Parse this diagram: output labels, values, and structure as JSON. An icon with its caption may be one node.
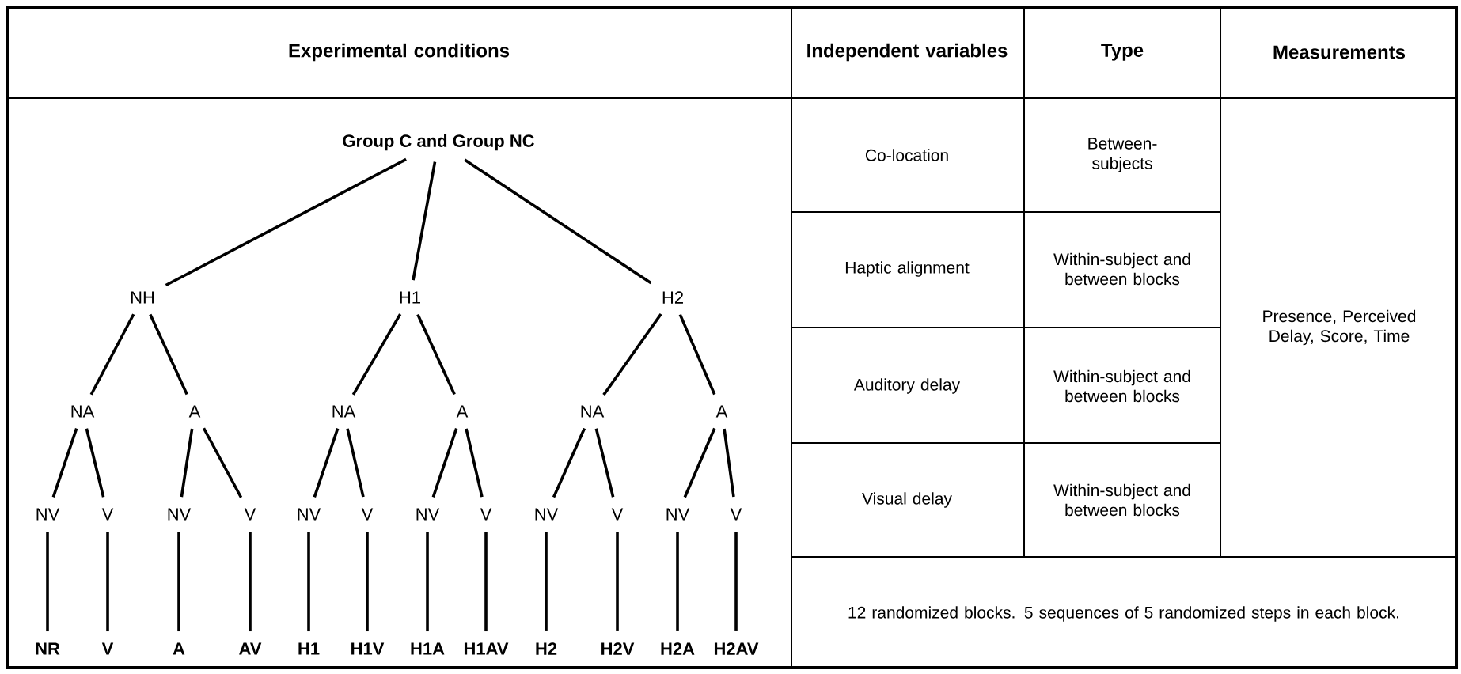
{
  "diagram": {
    "nodes": [
      {
        "text": [
          "Group C and Group NC"
        ]
      },
      {
        "text": [
          "NH"
        ]
      },
      {
        "text": [
          "H1"
        ]
      },
      {
        "text": [
          "H2"
        ]
      },
      {
        "text": [
          "NA"
        ]
      },
      {
        "text": [
          "A"
        ]
      },
      {
        "text": [
          "NA"
        ]
      },
      {
        "text": [
          "A"
        ]
      },
      {
        "text": [
          "NA"
        ]
      },
      {
        "text": [
          "A"
        ]
      },
      {
        "text": [
          "NV"
        ]
      },
      {
        "text": [
          "V"
        ]
      },
      {
        "text": [
          "NV"
        ]
      },
      {
        "text": [
          "V"
        ]
      },
      {
        "text": [
          "NV"
        ]
      },
      {
        "text": [
          "V"
        ]
      },
      {
        "text": [
          "NV"
        ]
      },
      {
        "text": [
          "V"
        ]
      },
      {
        "text": [
          "NV"
        ]
      },
      {
        "text": [
          "V"
        ]
      },
      {
        "text": [
          "NV"
        ]
      },
      {
        "text": [
          "V"
        ]
      },
      {
        "text": [
          "NR"
        ]
      },
      {
        "text": [
          "V"
        ]
      },
      {
        "text": [
          "A"
        ]
      },
      {
        "text": [
          "AV"
        ]
      },
      {
        "text": [
          "H1"
        ]
      },
      {
        "text": [
          "H1V"
        ]
      },
      {
        "text": [
          "H1A"
        ]
      },
      {
        "text": [
          "H1AV"
        ]
      },
      {
        "text": [
          "H2"
        ]
      },
      {
        "text": [
          "H2V"
        ]
      },
      {
        "text": [
          "H2A"
        ]
      },
      {
        "text": [
          "H2AV"
        ]
      }
    ],
    "edges": [
      {
        "from": 0,
        "to": 1,
        "arrow": "none"
      },
      {
        "from": 0,
        "to": 2,
        "arrow": "none"
      },
      {
        "from": 0,
        "to": 3,
        "arrow": "none"
      },
      {
        "from": 1,
        "to": 4,
        "arrow": "none"
      },
      {
        "from": 1,
        "to": 5,
        "arrow": "none"
      },
      {
        "from": 2,
        "to": 6,
        "arrow": "none"
      },
      {
        "from": 2,
        "to": 7,
        "arrow": "none"
      },
      {
        "from": 3,
        "to": 8,
        "arrow": "none"
      },
      {
        "from": 3,
        "to": 9,
        "arrow": "none"
      },
      {
        "from": 4,
        "to": 10,
        "arrow": "none"
      },
      {
        "from": 4,
        "to": 11,
        "arrow": "none"
      },
      {
        "from": 5,
        "to": 12,
        "arrow": "none"
      },
      {
        "from": 5,
        "to": 13,
        "arrow": "none"
      },
      {
        "from": 6,
        "to": 14,
        "arrow": "none"
      },
      {
        "from": 6,
        "to": 15,
        "arrow": "none"
      },
      {
        "from": 7,
        "to": 16,
        "arrow": "none"
      },
      {
        "from": 7,
        "to": 17,
        "arrow": "none"
      },
      {
        "from": 8,
        "to": 18,
        "arrow": "none"
      },
      {
        "from": 8,
        "to": 19,
        "arrow": "none"
      },
      {
        "from": 9,
        "to": 20,
        "arrow": "none"
      },
      {
        "from": 9,
        "to": 21,
        "arrow": "none"
      },
      {
        "from": 10,
        "to": 22,
        "arrow": "none"
      },
      {
        "from": 11,
        "to": 23,
        "arrow": "none"
      },
      {
        "from": 12,
        "to": 24,
        "arrow": "none"
      },
      {
        "from": 13,
        "to": 25,
        "arrow": "none"
      },
      {
        "from": 14,
        "to": 26,
        "arrow": "none"
      },
      {
        "from": 15,
        "to": 27,
        "arrow": "none"
      },
      {
        "from": 16,
        "to": 28,
        "arrow": "none"
      },
      {
        "from": 17,
        "to": 29,
        "arrow": "none"
      },
      {
        "from": 18,
        "to": 30,
        "arrow": "none"
      },
      {
        "from": 19,
        "to": 31,
        "arrow": "none"
      },
      {
        "from": 20,
        "to": 32,
        "arrow": "none"
      },
      {
        "from": 21,
        "to": 33,
        "arrow": "none"
      }
    ],
    "labels": [
      "Experimental conditions",
      "Independent variables",
      "Type",
      "Measurements",
      "Co-location",
      "Between-subjects",
      "Presence, Perceived Delay, Score, Time",
      "Haptic alignment",
      "Within-subject and between blocks",
      "Auditory delay",
      "Within-subject and between blocks",
      "Visual delay",
      "Within-subject and between blocks",
      "12 randomized blocks. 5 sequences of 5 randomized steps in each block."
    ]
  }
}
